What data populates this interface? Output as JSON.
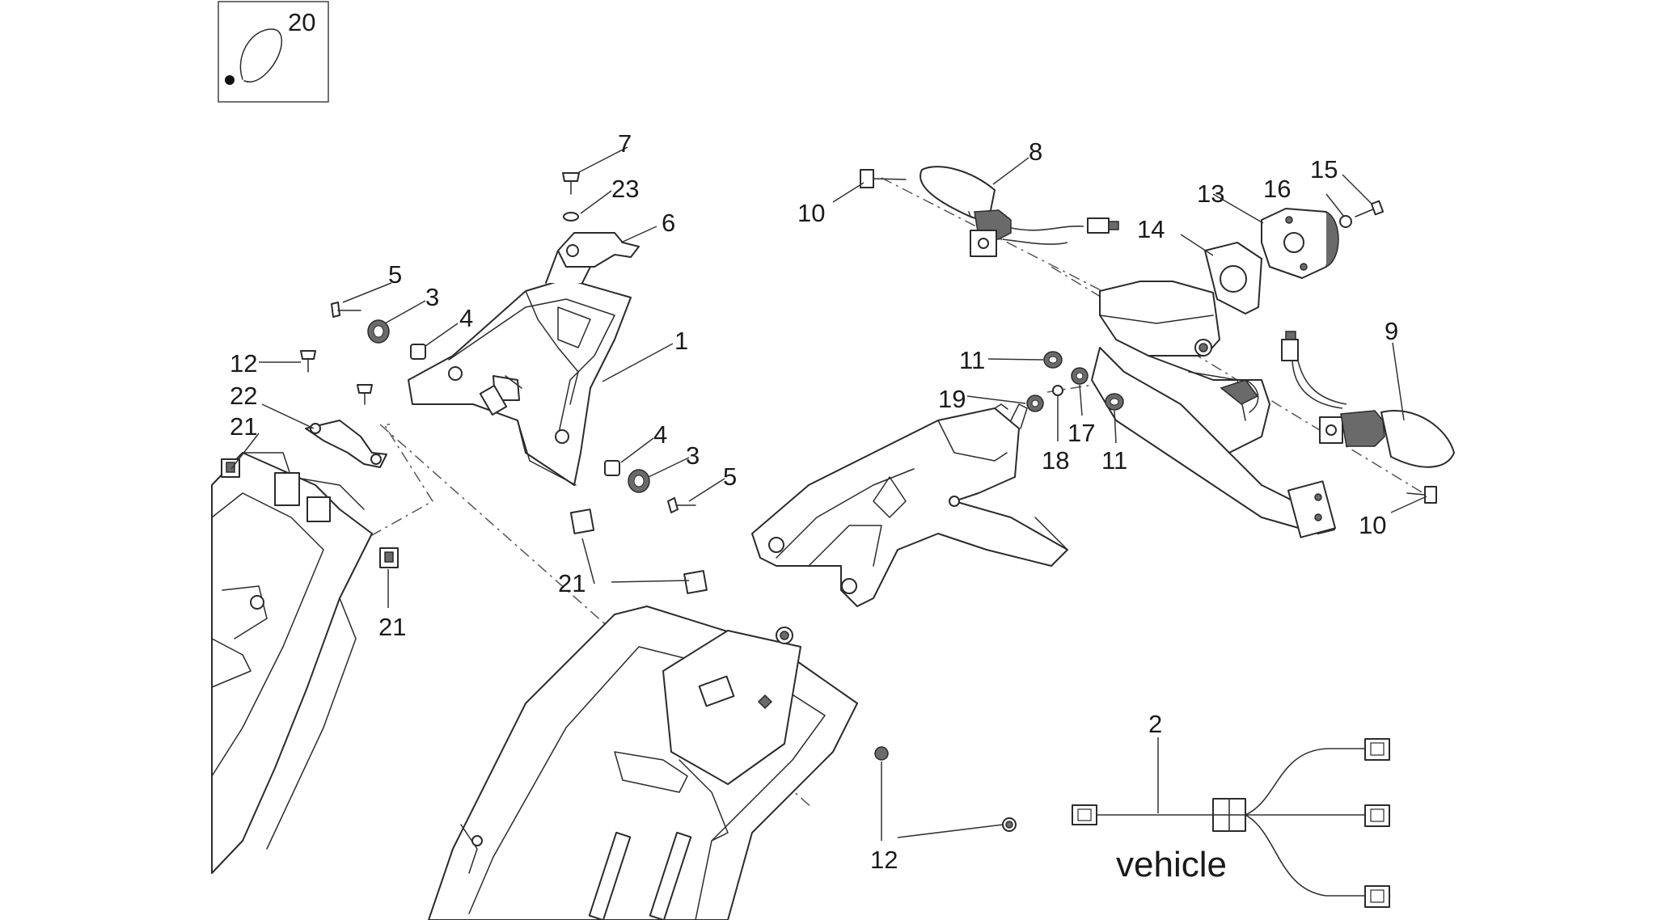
{
  "legend": {
    "tool_number": "20",
    "icon": "hose-clamp-icon"
  },
  "callouts": {
    "c1": "1",
    "c2": "2",
    "c3a": "3",
    "c3b": "3",
    "c4a": "4",
    "c4b": "4",
    "c5a": "5",
    "c5b": "5",
    "c6": "6",
    "c7": "7",
    "c8": "8",
    "c9": "9",
    "c10a": "10",
    "c10b": "10",
    "c11a": "11",
    "c11b": "11",
    "c12a": "12",
    "c12b": "12",
    "c13": "13",
    "c14": "14",
    "c15": "15",
    "c16": "16",
    "c17": "17",
    "c18": "18",
    "c19": "19",
    "c21a": "21",
    "c21b": "21",
    "c21c": "21",
    "c22": "22",
    "c23": "23"
  },
  "wiring": {
    "label": "vehicle"
  }
}
